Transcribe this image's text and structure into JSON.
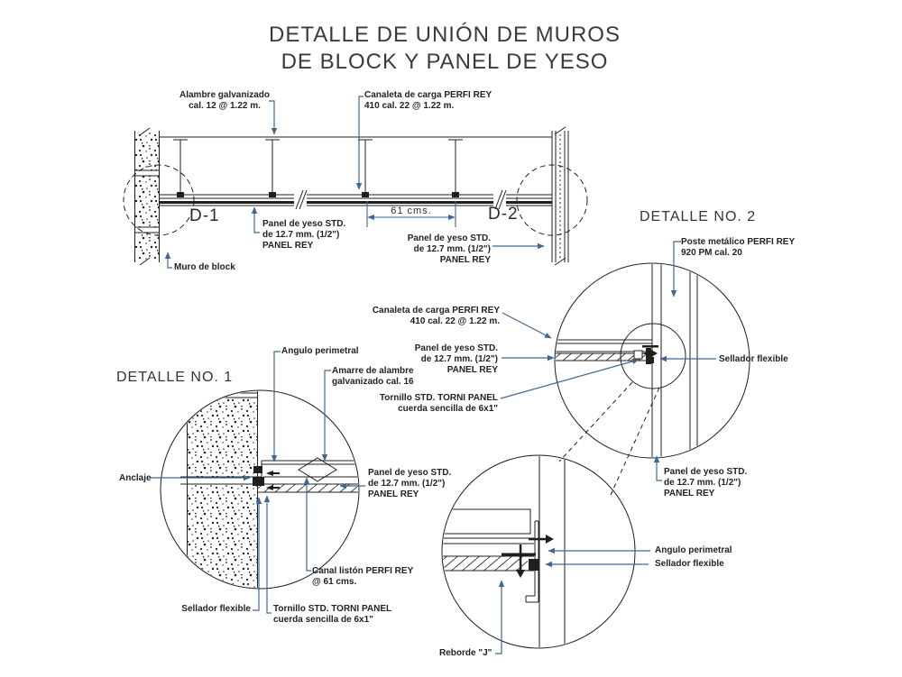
{
  "title": {
    "line1": "DETALLE DE UNIÓN DE MUROS",
    "line2": "DE BLOCK Y PANEL DE YESO"
  },
  "colors": {
    "line": "#1f1f1f",
    "leader": "#3f6794",
    "text": "#232323",
    "background": "#ffffff"
  },
  "plan": {
    "labels": {
      "alambre": [
        "Alambre galvanizado",
        "cal. 12 @ 1.22 m."
      ],
      "canaleta": [
        "Canaleta de carga PERFI REY",
        "410 cal. 22 @ 1.22 m."
      ],
      "d1": "D-1",
      "d2": "D-2",
      "dim": "61 cms.",
      "panel_left": [
        "Panel de yeso STD.",
        "de 12.7 mm. (1/2\")",
        "PANEL REY"
      ],
      "muro": "Muro de block",
      "panel_right": [
        "Panel de yeso STD.",
        "de 12.7 mm. (1/2\")",
        "PANEL REY"
      ]
    }
  },
  "detail1": {
    "heading": "DETALLE NO. 1",
    "labels": {
      "angulo": "Angulo perimetral",
      "amarre": [
        "Amarre de alambre",
        "galvanizado cal. 16"
      ],
      "anclaje": "Anclaje",
      "panel": [
        "Panel de yeso STD.",
        "de 12.7 mm. (1/2\")",
        "PANEL REY"
      ],
      "canal": [
        "Canal listón PERFI REY",
        "@ 61 cms."
      ],
      "sellador": "Sellador flexible",
      "tornillo": [
        "Tornillo STD. TORNI PANEL",
        "cuerda sencilla de 6x1\""
      ]
    }
  },
  "detail2": {
    "heading": "DETALLE NO. 2",
    "labels": {
      "poste": [
        "Poste metálico PERFI REY",
        "920 PM cal. 20"
      ],
      "canaleta": [
        "Canaleta de carga PERFI REY",
        "410 cal. 22 @ 1.22 m."
      ],
      "panel": [
        "Panel de yeso STD.",
        "de 12.7 mm. (1/2\")",
        "PANEL REY"
      ],
      "tornillo": [
        "Tornillo STD. TORNI PANEL",
        "cuerda sencilla de 6x1\""
      ],
      "sellador": "Sellador flexible",
      "panel_bottom": [
        "Panel de yeso STD.",
        "de 12.7 mm. (1/2\")",
        "PANEL REY"
      ]
    }
  },
  "detail3": {
    "labels": {
      "angulo": "Angulo perimetral",
      "sellador": "Sellador flexible",
      "reborde": "Reborde \"J\""
    }
  }
}
